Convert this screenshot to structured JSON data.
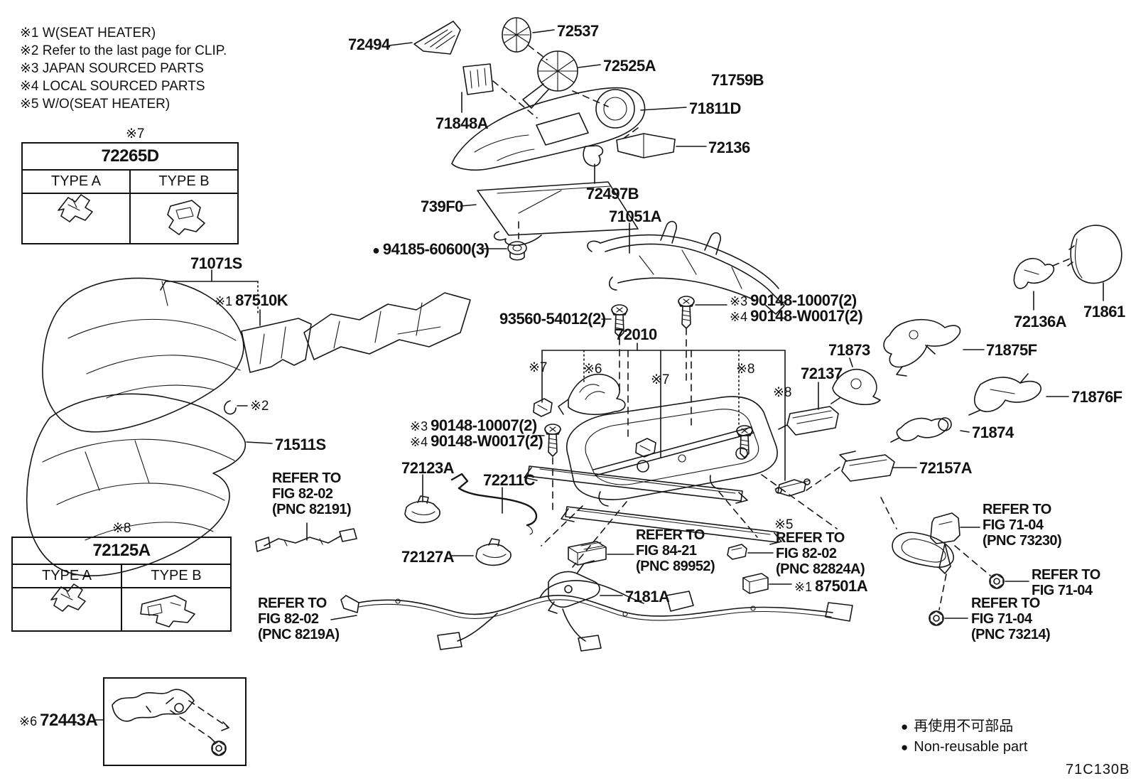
{
  "notes": [
    "※1 W(SEAT HEATER)",
    "※2 Refer to the last page for CLIP.",
    "※3 JAPAN SOURCED PARTS",
    "※4 LOCAL SOURCED PARTS",
    "※5 W/O(SEAT HEATER)"
  ],
  "markers": {
    "m1": "※1",
    "m2": "※2",
    "m3": "※3",
    "m4": "※4",
    "m5": "※5",
    "m6": "※6",
    "m7": "※7",
    "m8": "※8"
  },
  "bullet": "●",
  "boxes": {
    "b1": {
      "note": "※7",
      "title": "72265D",
      "col_a": "TYPE A",
      "col_b": "TYPE B"
    },
    "b2": {
      "note": "※8",
      "title": "72125A",
      "col_a": "TYPE A",
      "col_b": "TYPE B"
    },
    "b3": {
      "note": "※6",
      "title": "72443A"
    }
  },
  "labels": {
    "l72494": "72494",
    "l72537": "72537",
    "l72525A": "72525A",
    "l71759B": "71759B",
    "l71811D": "71811D",
    "l71848A": "71848A",
    "l72136": "72136",
    "l72497B": "72497B",
    "l739F0": "739F0",
    "l94185": "94185-60600(3)",
    "l71051A": "71051A",
    "l71071S": "71071S",
    "l87510K": "87510K",
    "l71511S": "71511S",
    "l93560": "93560-54012(2)",
    "l90148a": "90148-10007(2)",
    "l90148b": "90148-W0017(2)",
    "l72010": "72010",
    "l72137": "72137",
    "l71873": "71873",
    "l71875F": "71875F",
    "l71876F": "71876F",
    "l71874": "71874",
    "l72157A": "72157A",
    "l72136A": "72136A",
    "l71861": "71861",
    "l72123A": "72123A",
    "l72211C": "72211C",
    "l72127A": "72127A",
    "l7181A": "7181A",
    "l87501A": "87501A"
  },
  "refs": {
    "fig8202_82191": [
      "REFER TO",
      "FIG 82-02",
      "(PNC 82191)"
    ],
    "fig8202_8219A": [
      "REFER TO",
      "FIG 82-02",
      "(PNC 8219A)"
    ],
    "fig8421_89952": [
      "REFER TO",
      "FIG 84-21",
      "(PNC 89952)"
    ],
    "fig8202_82824A": [
      "REFER TO",
      "FIG 82-02",
      "(PNC 82824A)"
    ],
    "fig7104_73230": [
      "REFER TO",
      "FIG 71-04",
      "(PNC 73230)"
    ],
    "fig7104": [
      "REFER TO",
      "FIG 71-04"
    ],
    "fig7104_73214": [
      "REFER TO",
      "FIG 71-04",
      "(PNC 73214)"
    ]
  },
  "legend": {
    "jp": "再使用不可部品",
    "en": "Non-reusable part"
  },
  "diagram_code": "71C130B"
}
